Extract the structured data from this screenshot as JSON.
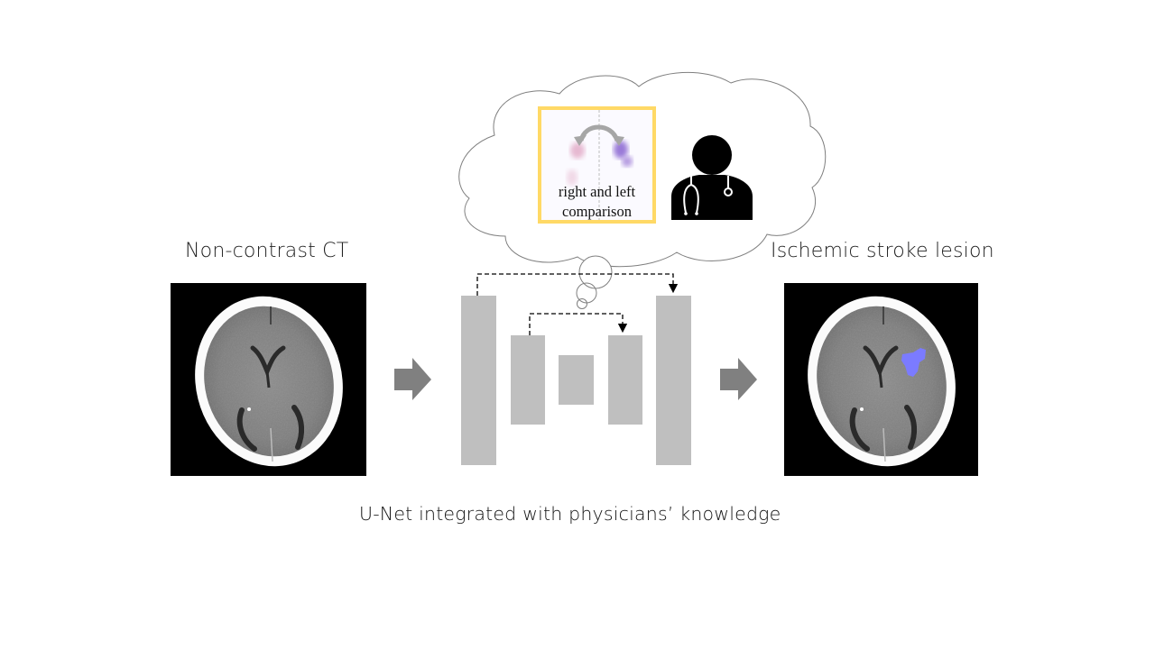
{
  "figure": {
    "input_label": "Non-contrast CT",
    "output_label": "Ischemic stroke lesion",
    "caption": "U-Net integrated with physicians’ knowledge",
    "thought": {
      "comparison_line1": "right  and left",
      "comparison_line2": "comparison",
      "icon": "physician-with-stethoscope-icon"
    },
    "unet": {
      "encoder_blocks": 2,
      "bottleneck_blocks": 1,
      "decoder_blocks": 2,
      "skip_connections": 2
    },
    "colors": {
      "unet_block": "#bfbfbf",
      "flow_arrow": "#808080",
      "highlight_border": "#ffd966",
      "lesion_overlay": "#7b7bff",
      "cloud_stroke": "#7f7f7f"
    }
  }
}
